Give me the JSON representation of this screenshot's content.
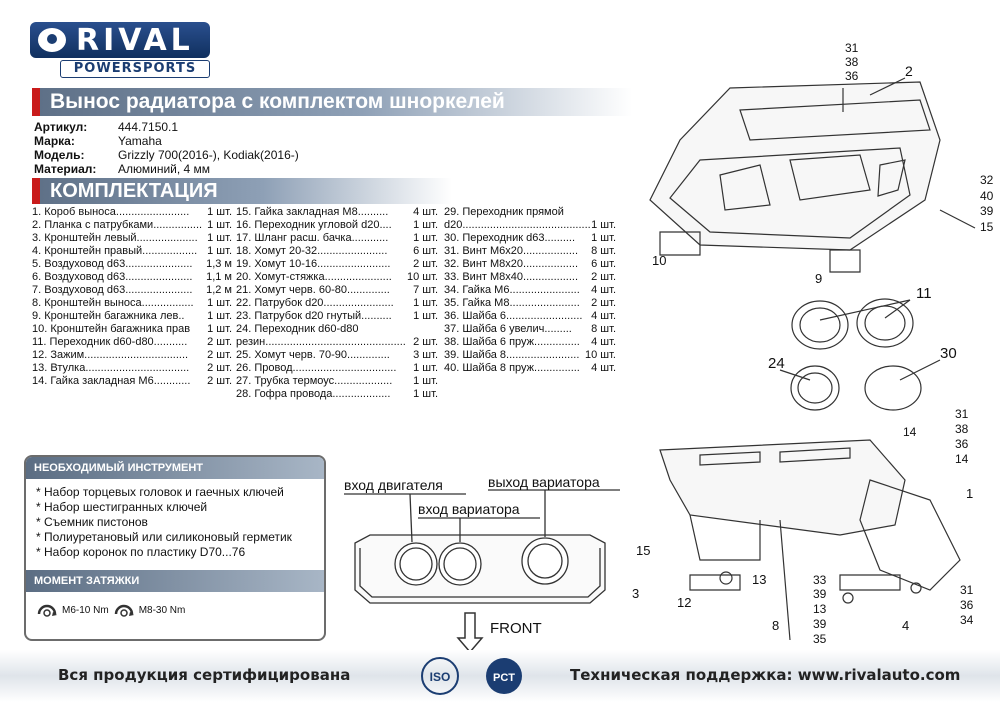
{
  "brand": {
    "name": "RIVAL",
    "sub": "POWERSPORTS"
  },
  "title": "Вынос радиатора с комплектом шноркелей",
  "specs": [
    {
      "k": "Артикул:",
      "v": "444.7150.1"
    },
    {
      "k": "Марка:",
      "v": "Yamaha"
    },
    {
      "k": "Модель:",
      "v": "Grizzly 700(2016-), Kodiak(2016-)"
    },
    {
      "k": "Материал:",
      "v": "Алюминий, 4 мм"
    }
  ],
  "kit_title": "КОМПЛЕКТАЦИЯ",
  "parts_col1": [
    {
      "n": "1. Короб выноса........................",
      "q": "1 шт."
    },
    {
      "n": "2. Планка с патрубками................",
      "q": "1 шт."
    },
    {
      "n": "3. Кронштейн левый....................",
      "q": "1 шт."
    },
    {
      "n": "4. Кронштейн правый..................",
      "q": "1 шт."
    },
    {
      "n": "5. Воздуховод d63......................",
      "q": "1,3 м"
    },
    {
      "n": "6. Воздуховод d63......................",
      "q": "1,1 м"
    },
    {
      "n": "7. Воздуховод d63......................",
      "q": "1,2 м"
    },
    {
      "n": "8. Кронштейн выноса.................",
      "q": "1 шт."
    },
    {
      "n": "9. Кронштейн багажника лев.. ",
      "q": "1 шт."
    },
    {
      "n": "10. Кронштейн багажника прав",
      "q": "1 шт."
    },
    {
      "n": "11. Переходник d60-d80...........",
      "q": "2 шт."
    },
    {
      "n": "12. Зажим..................................",
      "q": "2 шт."
    },
    {
      "n": "13. Втулка..................................",
      "q": "2 шт."
    },
    {
      "n": "14. Гайка закладная М6............",
      "q": "2 шт."
    }
  ],
  "parts_col2": [
    {
      "n": "15. Гайка закладная М8..........",
      "q": "4 шт."
    },
    {
      "n": "16. Переходник угловой d20....",
      "q": "1 шт."
    },
    {
      "n": "17. Шланг расш. бачка............",
      "q": "1 шт."
    },
    {
      "n": "18. Хомут 20-32.......................",
      "q": "6 шт."
    },
    {
      "n": "19. Хомут 10-16........................",
      "q": "2 шт."
    },
    {
      "n": "20. Хомут-стяжка......................",
      "q": "10 шт."
    },
    {
      "n": "21. Хомут черв. 60-80..............",
      "q": "7 шт."
    },
    {
      "n": "22. Патрубок d20.......................",
      "q": "1 шт."
    },
    {
      "n": "23. Патрубок d20 гнутый..........",
      "q": "1 шт."
    },
    {
      "n": "24. Переходник d60-d80",
      "q": ""
    },
    {
      "n": "резин..............................................",
      "q": "2 шт."
    },
    {
      "n": "25. Хомут черв. 70-90..............",
      "q": "3 шт."
    },
    {
      "n": "26. Провод..................................",
      "q": "1 шт."
    },
    {
      "n": "27. Трубка термоус...................",
      "q": "1 шт."
    },
    {
      "n": "28. Гофра провода...................",
      "q": "1 шт."
    }
  ],
  "parts_col3": [
    {
      "n": "29. Переходник прямой",
      "q": ""
    },
    {
      "n": "d20.................................................",
      "q": "1 шт."
    },
    {
      "n": "30. Переходник d63..........",
      "q": "1 шт."
    },
    {
      "n": "31. Винт М6х20..................",
      "q": "8 шт."
    },
    {
      "n": "32. Винт М8х20..................",
      "q": "6 шт."
    },
    {
      "n": "33. Винт М8х40..................",
      "q": "2 шт."
    },
    {
      "n": "34. Гайка М6.......................",
      "q": "4 шт."
    },
    {
      "n": "35. Гайка М8.......................",
      "q": "2 шт."
    },
    {
      "n": "36. Шайба 6.........................",
      "q": "4 шт."
    },
    {
      "n": "37. Шайба 6 увелич.........",
      "q": "8 шт."
    },
    {
      "n": "38. Шайба 6 пруж...............",
      "q": "4 шт."
    },
    {
      "n": "39. Шайба 8........................",
      "q": "10 шт."
    },
    {
      "n": "40. Шайба 8 пруж...............",
      "q": "4 шт."
    }
  ],
  "tools": {
    "title": "НЕОБХОДИМЫЙ ИНСТРУМЕНТ",
    "items": [
      "* Набор торцевых головок и гаечных ключей",
      "* Набор шестигранных ключей",
      "* Съемник пистонов",
      "* Полиуретановый или силиконовый герметик",
      "* Набор коронок по пластику D70...76"
    ]
  },
  "torque": {
    "title": "МОМЕНТ ЗАТЯЖКИ",
    "items": [
      "M6-10 Nm",
      "M8-30 Nm"
    ]
  },
  "diagram": {
    "engine_in": "вход двигателя",
    "variator_out": "выход вариатора",
    "variator_in": "вход вариатора",
    "front": "FRONT"
  },
  "callouts_top": [
    "31",
    "38",
    "36",
    "2",
    "32",
    "40",
    "39",
    "15",
    "10",
    "9",
    "11",
    "24",
    "30"
  ],
  "callouts_bottom": [
    "31",
    "38",
    "36",
    "14",
    "14",
    "1",
    "15",
    "3",
    "13",
    "12",
    "33",
    "39",
    "13",
    "39",
    "35",
    "8",
    "4",
    "31",
    "36",
    "34"
  ],
  "footer": {
    "left": "Вся продукция сертифицирована",
    "right": "Техническая поддержка: www.rivalauto.com",
    "iso": "ISO",
    "pct": "PCT"
  }
}
